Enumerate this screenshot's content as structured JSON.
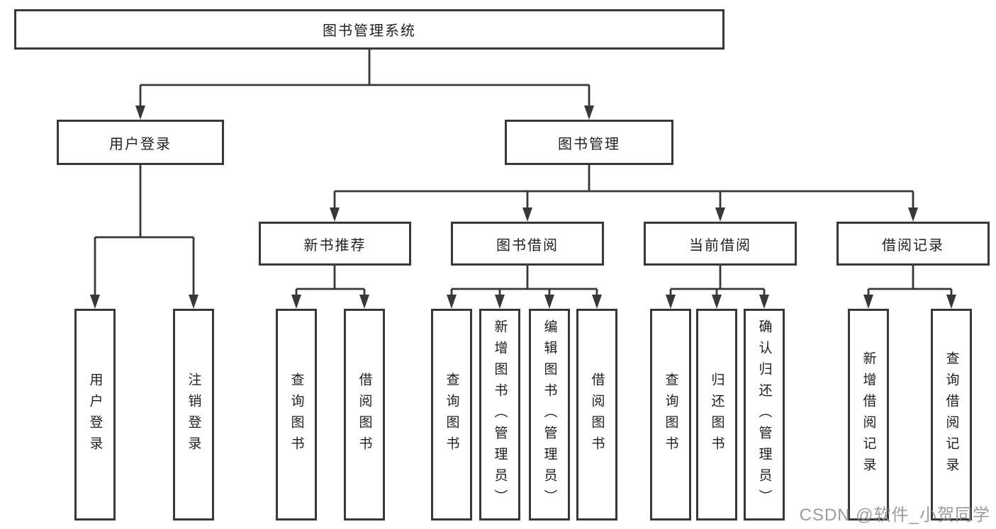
{
  "diagram": {
    "root": "图书管理系统",
    "level2": [
      "用户登录",
      "图书管理"
    ],
    "level3": [
      "新书推荐",
      "图书借阅",
      "当前借阅",
      "借阅记录"
    ],
    "leaves": {
      "user_login": [
        "用户登录",
        "注销登录"
      ],
      "new_book_rec": [
        "查询图书",
        "借阅图书"
      ],
      "book_borrow": [
        "查询图书",
        "新增图书（管理员）",
        "编辑图书（管理员）",
        "借阅图书"
      ],
      "current_borrow": [
        "查询图书",
        "归还图书",
        "确认归还（管理员）"
      ],
      "borrow_records": [
        "新增借阅记录",
        "查询借阅记录"
      ]
    },
    "watermark": "CSDN @软件_小贺同学",
    "colors": {
      "line": "#383838",
      "text": "#1f1f1f",
      "background": "#ffffff",
      "watermark": "#949494"
    }
  }
}
